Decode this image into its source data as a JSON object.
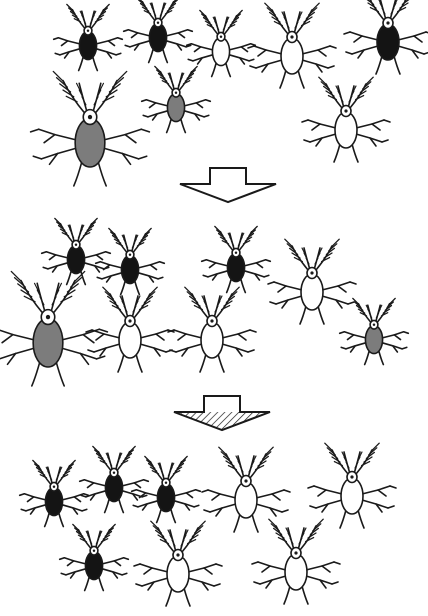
{
  "colors": {
    "black": "#141414",
    "gray": "#7c7c7c",
    "white": "#ffffff",
    "ink": "#1a1a1a"
  },
  "stages": [
    {
      "name": "stage-1",
      "individuals": [
        {
          "fill": "black",
          "size": "small"
        },
        {
          "fill": "black",
          "size": "small"
        },
        {
          "fill": "white",
          "size": "small"
        },
        {
          "fill": "white",
          "size": "medium"
        },
        {
          "fill": "black",
          "size": "medium"
        },
        {
          "fill": "gray",
          "size": "large"
        },
        {
          "fill": "gray",
          "size": "small"
        },
        {
          "fill": "white",
          "size": "medium"
        }
      ]
    },
    {
      "name": "stage-2",
      "individuals": [
        {
          "fill": "black",
          "size": "small"
        },
        {
          "fill": "black",
          "size": "small"
        },
        {
          "fill": "black",
          "size": "small"
        },
        {
          "fill": "white",
          "size": "medium"
        },
        {
          "fill": "gray",
          "size": "large"
        },
        {
          "fill": "white",
          "size": "medium"
        },
        {
          "fill": "white",
          "size": "medium"
        },
        {
          "fill": "gray",
          "size": "small"
        }
      ]
    },
    {
      "name": "stage-3",
      "individuals": [
        {
          "fill": "black",
          "size": "small"
        },
        {
          "fill": "black",
          "size": "small"
        },
        {
          "fill": "black",
          "size": "small"
        },
        {
          "fill": "white",
          "size": "medium"
        },
        {
          "fill": "white",
          "size": "medium"
        },
        {
          "fill": "black",
          "size": "small"
        },
        {
          "fill": "white",
          "size": "medium"
        },
        {
          "fill": "white",
          "size": "medium"
        }
      ]
    }
  ],
  "arrows": [
    {
      "name": "down-arrow-1",
      "style": "outline",
      "direction": "down"
    },
    {
      "name": "down-arrow-2",
      "style": "hatched",
      "direction": "down"
    }
  ]
}
